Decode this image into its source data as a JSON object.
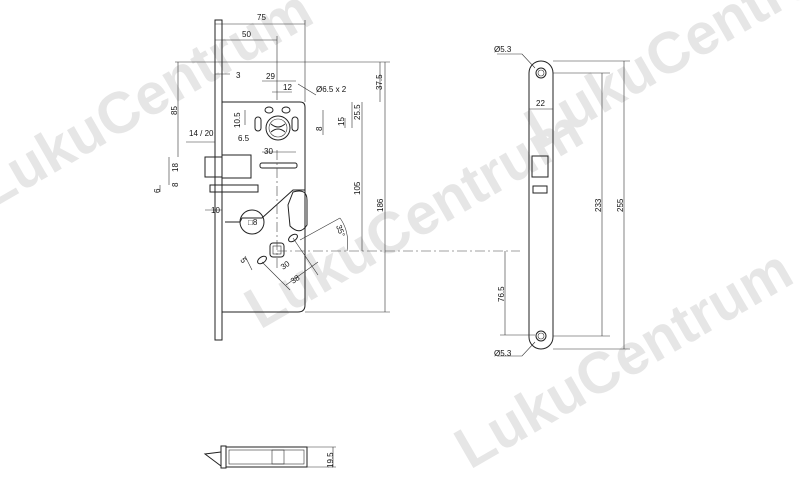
{
  "watermark": "LukuCentrum",
  "front_view": {
    "dims": {
      "width_75": "75",
      "backset_50": "50",
      "faceplate_3": "3",
      "d29": "29",
      "d12": "12",
      "hole_dia": "Ø6.5 x 2",
      "d37_5": "37.5",
      "d85": "85",
      "d10_5": "10.5",
      "d6_5": "6.5",
      "d8": "8",
      "d15": "15",
      "d25_5": "25.5",
      "d30_top": "30",
      "latch_14_20": "14 / 20",
      "d18": "18",
      "d8_left": "8",
      "d6": "6",
      "d10": "10",
      "square_8": "□8",
      "d105": "105",
      "d186": "186",
      "angle": "35°",
      "d5": "5",
      "d30_bottom": "30",
      "d38": "38"
    }
  },
  "side_view": {
    "dims": {
      "hole_top": "Ø5.3",
      "hole_bottom": "Ø5.3",
      "width_22": "22",
      "d233": "233",
      "d255": "255",
      "d76_5": "76.5"
    }
  },
  "bottom_view": {
    "dims": {
      "depth_19_5": "19.5"
    }
  }
}
